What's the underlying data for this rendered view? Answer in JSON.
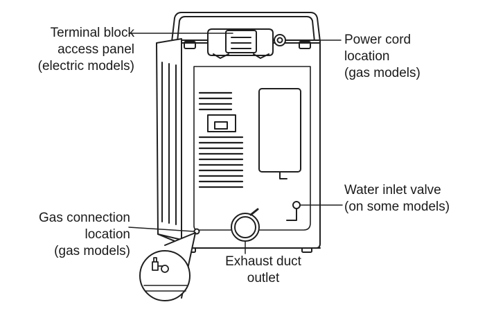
{
  "labels": {
    "terminal_block": "Terminal block\naccess panel\n(electric models)",
    "power_cord": "Power cord\nlocation\n(gas models)",
    "water_inlet": "Water inlet valve\n(on some models)",
    "gas_connection": "Gas connection\nlocation\n(gas models)",
    "exhaust_duct": "Exhaust duct\noutlet"
  },
  "colors": {
    "line": "#1f1f1f",
    "fill": "#ffffff",
    "shade": "#cfcfcf"
  }
}
